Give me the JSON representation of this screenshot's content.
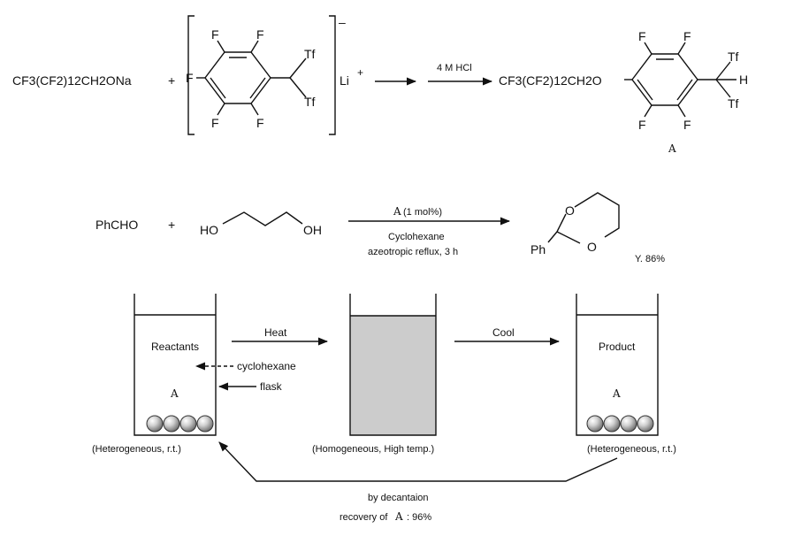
{
  "reaction1": {
    "reactant1": "CF3(CF2)12CH2ONa",
    "plus": "+",
    "bracket_charge": "–",
    "counter_ion": "Li",
    "counter_ion_charge": "+",
    "reagent": "4 M HCl",
    "product": "CF3(CF2)12CH2O",
    "product_label": "A",
    "atoms": {
      "F": "F",
      "Tf": "Tf",
      "H": "H"
    }
  },
  "reaction2": {
    "reactant1": "PhCHO",
    "plus": "+",
    "diol_oh": "OH",
    "diol_ho": "HO",
    "catalyst_symbol": "A",
    "catalyst_amount": "(1 mol%)",
    "solvent": "Cyclohexane",
    "conditions": "azeotropic reflux, 3 h",
    "product_ph": "Ph",
    "product_o": "O",
    "yield": "Y. 86%"
  },
  "process": {
    "beaker1_label": "Reactants",
    "beaker1_catalyst": "A",
    "beaker1_state": "(Heterogeneous, r.t.)",
    "arrow_heat": "Heat",
    "label_cyclohexane": "cyclohexane",
    "label_flask": "flask",
    "beaker2_state": "(Homogeneous, High temp.)",
    "arrow_cool": "Cool",
    "beaker3_label": "Product",
    "beaker3_catalyst": "A",
    "beaker3_state": "(Heterogeneous, r.t.)",
    "recycle_line1": "by decantaion",
    "recycle_line2_prefix": "recovery of",
    "recycle_symbol": "A",
    "recycle_line2_suffix": ": 96%"
  },
  "colors": {
    "ink": "#111111",
    "liquid": "#cccccc",
    "bead_light": "#f2f2f2",
    "bead_dark": "#7a7a7a"
  }
}
